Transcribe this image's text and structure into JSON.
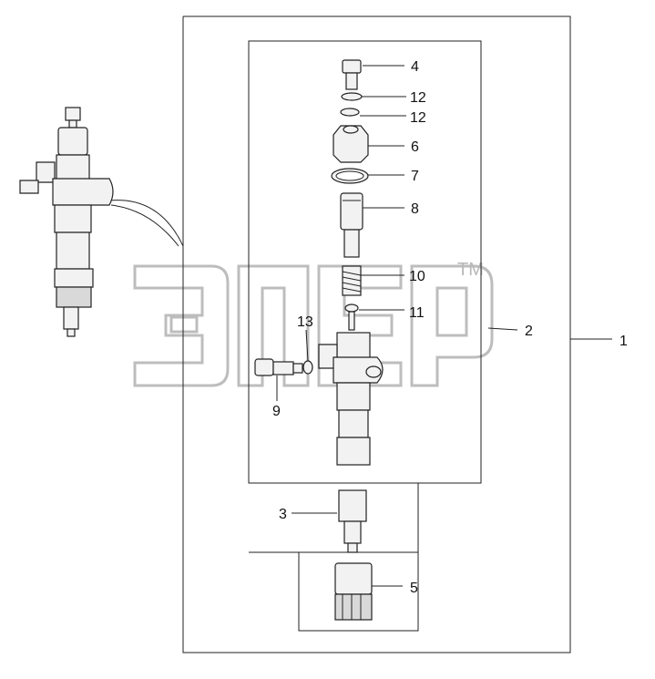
{
  "callouts": {
    "c1": "1",
    "c2": "2",
    "c3": "3",
    "c4": "4",
    "c5": "5",
    "c6": "6",
    "c7": "7",
    "c8": "8",
    "c9": "9",
    "c10": "10",
    "c11": "11",
    "c12a": "12",
    "c12b": "12",
    "c13": "13"
  },
  "watermark": {
    "brand": "ЭПЕР",
    "trademark": "TM"
  },
  "colors": {
    "line": "#222222",
    "part_fill": "#f2f2f2",
    "watermark": "#bdbdbd"
  }
}
